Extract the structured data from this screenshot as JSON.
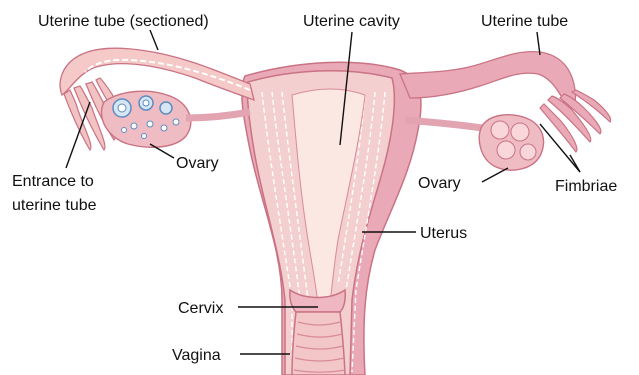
{
  "labels": {
    "uterine_tube_sectioned": "Uterine tube (sectioned)",
    "uterine_cavity": "Uterine cavity",
    "uterine_tube": "Uterine tube",
    "ovary_left": "Ovary",
    "entrance_line1": "Entrance to",
    "entrance_line2": "uterine tube",
    "ovary_right": "Ovary",
    "fimbriae": "Fimbriae",
    "uterus": "Uterus",
    "cervix": "Cervix",
    "vagina": "Vagina"
  },
  "colors": {
    "tissue_dark": "#e7a3b2",
    "tissue_mid": "#f1c3c9",
    "tissue_light": "#f8dfd8",
    "cavity": "#fbe8e2",
    "outline": "#c97384",
    "dash": "#ffffff",
    "follicle": "#8fb3d9"
  }
}
